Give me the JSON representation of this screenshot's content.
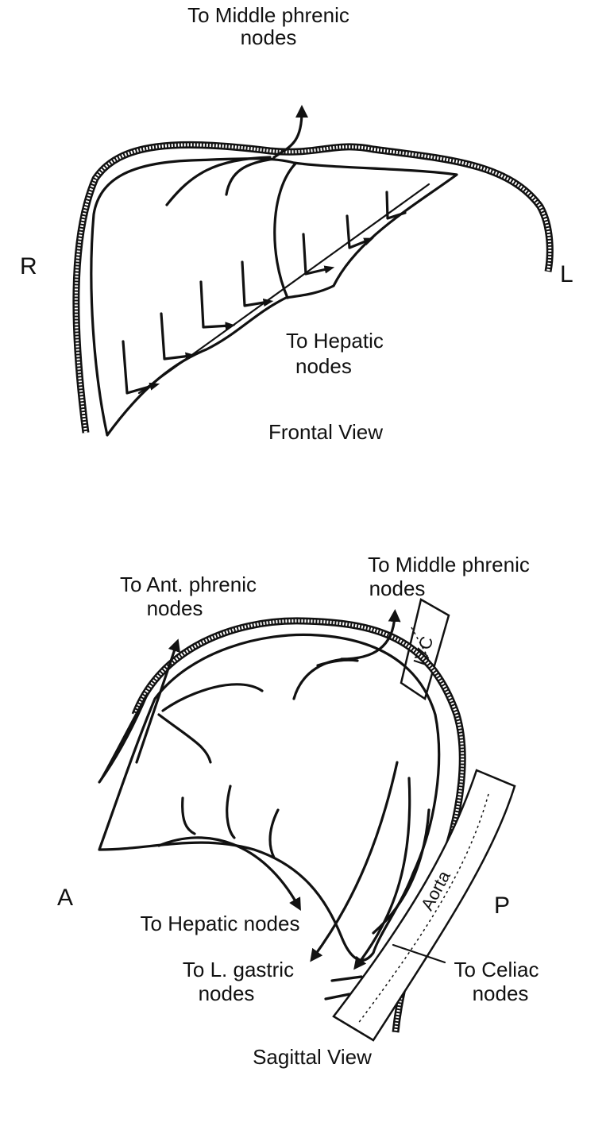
{
  "frontal": {
    "middle_phrenic_line1": "To Middle phrenic",
    "middle_phrenic_line2": "nodes",
    "right_label": "R",
    "left_label": "L",
    "hepatic_line1": "To Hepatic",
    "hepatic_line2": "nodes",
    "title": "Frontal View"
  },
  "sagittal": {
    "middle_phrenic_line1": "To Middle phrenic",
    "middle_phrenic_line2": "nodes",
    "ant_phrenic_line1": "To Ant. phrenic",
    "ant_phrenic_line2": "nodes",
    "ivc_label": "IVC",
    "aorta_label": "Aorta",
    "anterior_label": "A",
    "posterior_label": "P",
    "hepatic_label": "To Hepatic nodes",
    "gastric_line1": "To L. gastric",
    "gastric_line2": "nodes",
    "celiac_line1": "To Celiac",
    "celiac_line2": "nodes",
    "title": "Sagittal View"
  }
}
